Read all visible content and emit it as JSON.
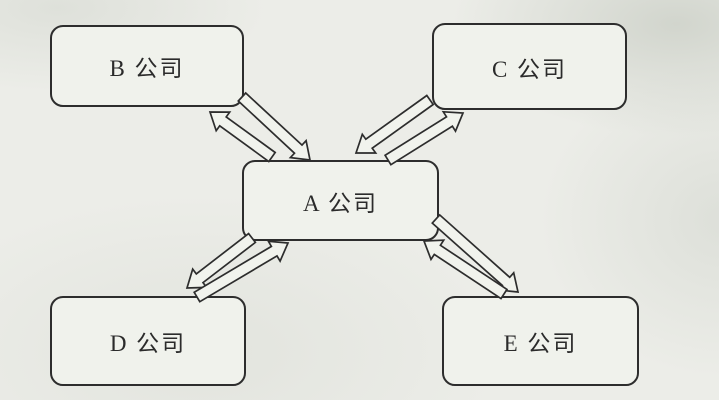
{
  "page": {
    "background_color": "#ecede8",
    "box_border_color": "#2d2d2d",
    "box_fill_color": "#f0f2ec",
    "arrow_fill_color": "#f1f3ed"
  },
  "diagram": {
    "type": "hub-and-spoke relationship diagram",
    "nodes": [
      {
        "id": "A",
        "label": "A 公司",
        "role": "center"
      },
      {
        "id": "B",
        "label": "B 公司",
        "role": "top-left"
      },
      {
        "id": "C",
        "label": "C 公司",
        "role": "top-right"
      },
      {
        "id": "D",
        "label": "D 公司",
        "role": "bottom-left"
      },
      {
        "id": "E",
        "label": "E 公司",
        "role": "bottom-right"
      }
    ],
    "edges": [
      {
        "from": "A",
        "to": "B",
        "style": "double-block-arrow-pair",
        "bidirectional": true
      },
      {
        "from": "A",
        "to": "C",
        "style": "double-block-arrow-pair",
        "bidirectional": true
      },
      {
        "from": "A",
        "to": "D",
        "style": "double-block-arrow-pair",
        "bidirectional": true
      },
      {
        "from": "A",
        "to": "E",
        "style": "double-block-arrow-pair",
        "bidirectional": true
      }
    ]
  }
}
